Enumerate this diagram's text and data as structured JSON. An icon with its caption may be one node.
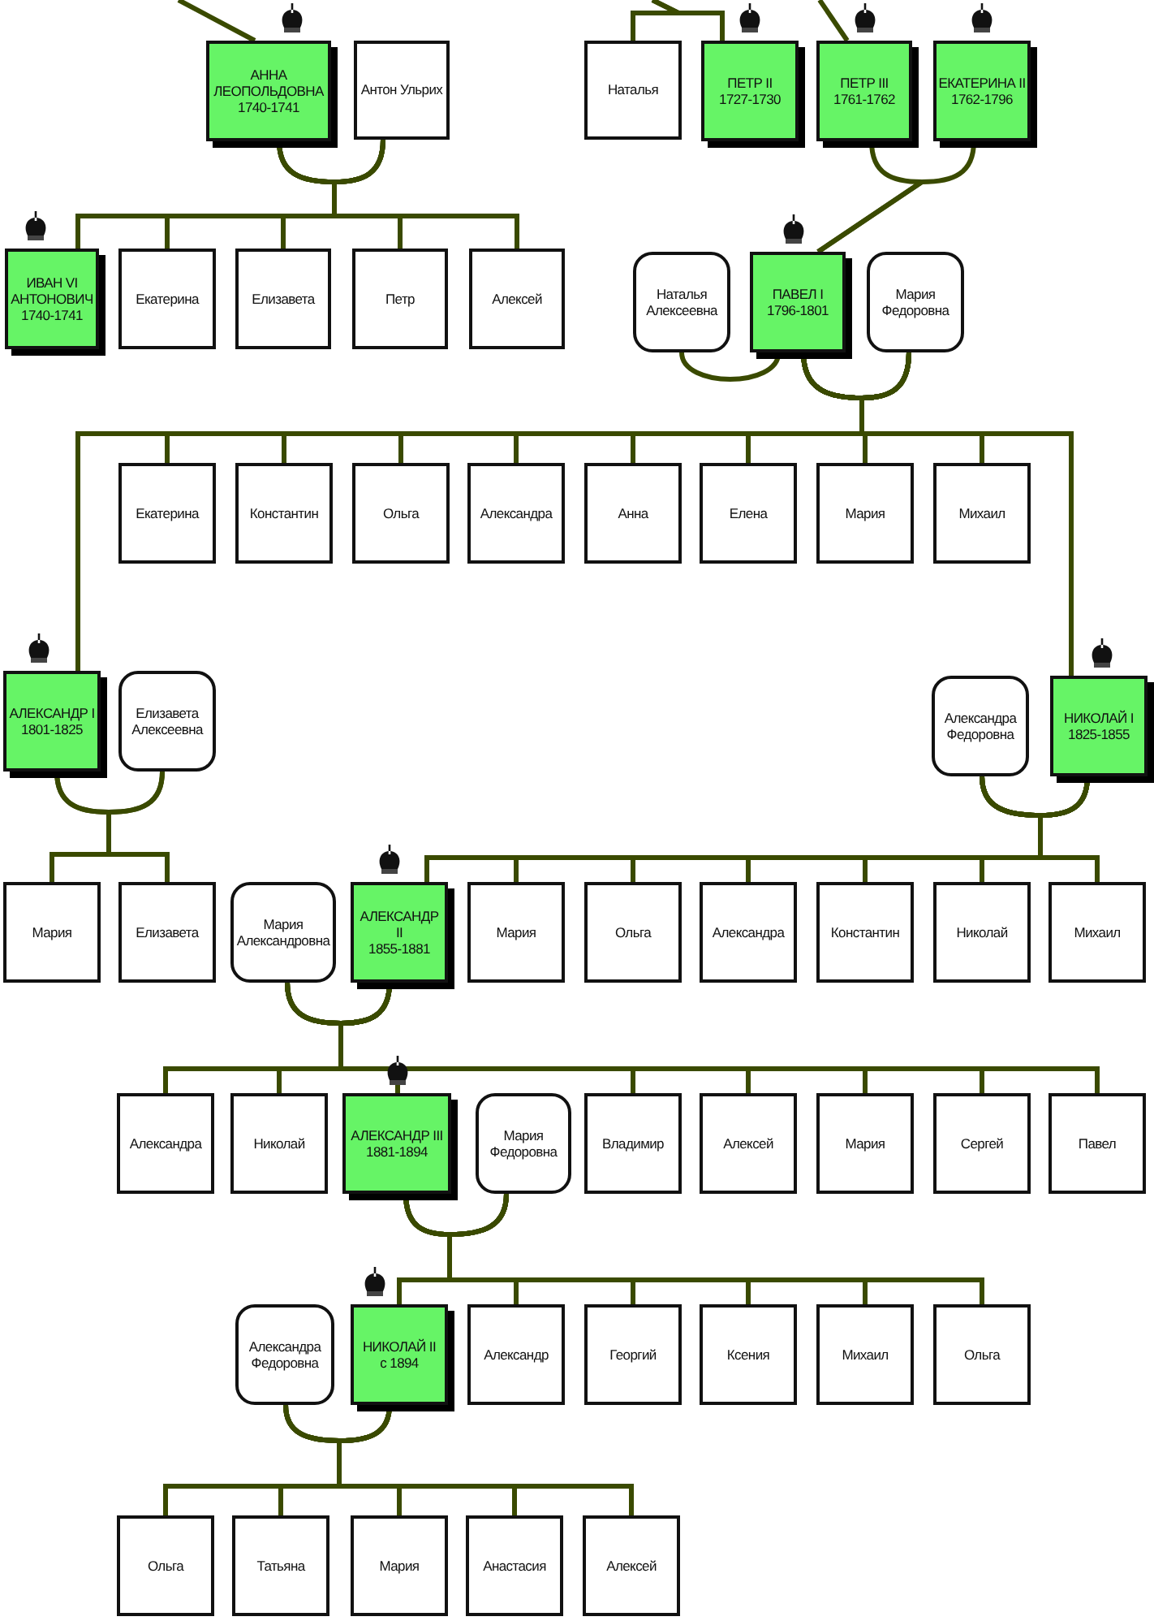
{
  "diagram": {
    "nodes": [
      {
        "text": [
          "АННА ЛЕОПОЛЬДОВНА",
          "1740-1741"
        ]
      },
      {
        "text": [
          "Антон Ульрих"
        ]
      },
      {
        "text": [
          "Наталья"
        ]
      },
      {
        "text": [
          "ПЕТР II",
          "1727-1730"
        ]
      },
      {
        "text": [
          "ПЕТР III",
          "1761-1762"
        ]
      },
      {
        "text": [
          "ЕКАТЕРИНА II",
          "1762-1796"
        ]
      },
      {
        "text": [
          "ИВАН VI АНТОНОВИЧ",
          "1740-1741"
        ]
      },
      {
        "text": [
          "Екатерина"
        ]
      },
      {
        "text": [
          "Елизавета"
        ]
      },
      {
        "text": [
          "Петр"
        ]
      },
      {
        "text": [
          "Алексей"
        ]
      },
      {
        "text": [
          "Наталья Алексеевна"
        ]
      },
      {
        "text": [
          "ПАВЕЛ I",
          "1796-1801"
        ]
      },
      {
        "text": [
          "Мария Федоровна"
        ]
      },
      {
        "text": [
          "Екатерина"
        ]
      },
      {
        "text": [
          "Константин"
        ]
      },
      {
        "text": [
          "Ольга"
        ]
      },
      {
        "text": [
          "Александра"
        ]
      },
      {
        "text": [
          "Анна"
        ]
      },
      {
        "text": [
          "Елена"
        ]
      },
      {
        "text": [
          "Мария"
        ]
      },
      {
        "text": [
          "Михаил"
        ]
      },
      {
        "text": [
          "АЛЕКСАНДР I",
          "1801-1825"
        ]
      },
      {
        "text": [
          "Елизавета Алексеевна"
        ]
      },
      {
        "text": [
          "Александра Федоровна"
        ]
      },
      {
        "text": [
          "НИКОЛАЙ I",
          "1825-1855"
        ]
      },
      {
        "text": [
          "Мария"
        ]
      },
      {
        "text": [
          "Елизавета"
        ]
      },
      {
        "text": [
          "Мария Александровна"
        ]
      },
      {
        "text": [
          "АЛЕКСАНДР II",
          "1855-1881"
        ]
      },
      {
        "text": [
          "Мария"
        ]
      },
      {
        "text": [
          "Ольга"
        ]
      },
      {
        "text": [
          "Александра"
        ]
      },
      {
        "text": [
          "Константин"
        ]
      },
      {
        "text": [
          "Николай"
        ]
      },
      {
        "text": [
          "Михаил"
        ]
      },
      {
        "text": [
          "Александра"
        ]
      },
      {
        "text": [
          "Николай"
        ]
      },
      {
        "text": [
          "АЛЕКСАНДР III",
          "1881-1894"
        ]
      },
      {
        "text": [
          "Мария Федоровна"
        ]
      },
      {
        "text": [
          "Владимир"
        ]
      },
      {
        "text": [
          "Алексей"
        ]
      },
      {
        "text": [
          "Мария"
        ]
      },
      {
        "text": [
          "Сергей"
        ]
      },
      {
        "text": [
          "Павел"
        ]
      },
      {
        "text": [
          "Александра Федоровна"
        ]
      },
      {
        "text": [
          "НИКОЛАЙ II",
          "с 1894"
        ]
      },
      {
        "text": [
          "Александр"
        ]
      },
      {
        "text": [
          "Георгий"
        ]
      },
      {
        "text": [
          "Ксения"
        ]
      },
      {
        "text": [
          "Михаил"
        ]
      },
      {
        "text": [
          "Ольга"
        ]
      },
      {
        "text": [
          "Ольга"
        ]
      },
      {
        "text": [
          "Татьяна"
        ]
      },
      {
        "text": [
          "Мария"
        ]
      },
      {
        "text": [
          "Анастасия"
        ]
      },
      {
        "text": [
          "Алексей"
        ]
      }
    ],
    "edges": [
      {
        "from": null,
        "to": 0,
        "arrow": "none"
      },
      {
        "from": null,
        "to": 2,
        "arrow": "none"
      },
      {
        "from": null,
        "to": 3,
        "arrow": "none"
      },
      {
        "from": null,
        "to": 4,
        "arrow": "none"
      },
      {
        "from": 0,
        "to": 6,
        "arrow": "none"
      },
      {
        "from": 0,
        "to": 7,
        "arrow": "none"
      },
      {
        "from": 0,
        "to": 8,
        "arrow": "none"
      },
      {
        "from": 0,
        "to": 9,
        "arrow": "none"
      },
      {
        "from": 0,
        "to": 10,
        "arrow": "none"
      },
      {
        "from": 1,
        "to": 6,
        "arrow": "none"
      },
      {
        "from": 1,
        "to": 7,
        "arrow": "none"
      },
      {
        "from": 1,
        "to": 8,
        "arrow": "none"
      },
      {
        "from": 1,
        "to": 9,
        "arrow": "none"
      },
      {
        "from": 1,
        "to": 10,
        "arrow": "none"
      },
      {
        "from": 4,
        "to": 12,
        "arrow": "none"
      },
      {
        "from": 5,
        "to": 12,
        "arrow": "none"
      },
      {
        "from": 11,
        "to": 12,
        "arrow": "none"
      },
      {
        "from": 12,
        "to": 22,
        "arrow": "none"
      },
      {
        "from": 12,
        "to": 14,
        "arrow": "none"
      },
      {
        "from": 12,
        "to": 15,
        "arrow": "none"
      },
      {
        "from": 12,
        "to": 16,
        "arrow": "none"
      },
      {
        "from": 12,
        "to": 17,
        "arrow": "none"
      },
      {
        "from": 12,
        "to": 18,
        "arrow": "none"
      },
      {
        "from": 12,
        "to": 19,
        "arrow": "none"
      },
      {
        "from": 12,
        "to": 20,
        "arrow": "none"
      },
      {
        "from": 12,
        "to": 21,
        "arrow": "none"
      },
      {
        "from": 12,
        "to": 25,
        "arrow": "none"
      },
      {
        "from": 13,
        "to": 22,
        "arrow": "none"
      },
      {
        "from": 13,
        "to": 14,
        "arrow": "none"
      },
      {
        "from": 13,
        "to": 15,
        "arrow": "none"
      },
      {
        "from": 13,
        "to": 16,
        "arrow": "none"
      },
      {
        "from": 13,
        "to": 17,
        "arrow": "none"
      },
      {
        "from": 13,
        "to": 18,
        "arrow": "none"
      },
      {
        "from": 13,
        "to": 19,
        "arrow": "none"
      },
      {
        "from": 13,
        "to": 20,
        "arrow": "none"
      },
      {
        "from": 13,
        "to": 21,
        "arrow": "none"
      },
      {
        "from": 13,
        "to": 25,
        "arrow": "none"
      },
      {
        "from": 22,
        "to": 26,
        "arrow": "none"
      },
      {
        "from": 22,
        "to": 27,
        "arrow": "none"
      },
      {
        "from": 23,
        "to": 26,
        "arrow": "none"
      },
      {
        "from": 23,
        "to": 27,
        "arrow": "none"
      },
      {
        "from": 24,
        "to": 29,
        "arrow": "none"
      },
      {
        "from": 24,
        "to": 30,
        "arrow": "none"
      },
      {
        "from": 24,
        "to": 31,
        "arrow": "none"
      },
      {
        "from": 24,
        "to": 32,
        "arrow": "none"
      },
      {
        "from": 24,
        "to": 33,
        "arrow": "none"
      },
      {
        "from": 24,
        "to": 34,
        "arrow": "none"
      },
      {
        "from": 24,
        "to": 35,
        "arrow": "none"
      },
      {
        "from": 25,
        "to": 29,
        "arrow": "none"
      },
      {
        "from": 25,
        "to": 30,
        "arrow": "none"
      },
      {
        "from": 25,
        "to": 31,
        "arrow": "none"
      },
      {
        "from": 25,
        "to": 32,
        "arrow": "none"
      },
      {
        "from": 25,
        "to": 33,
        "arrow": "none"
      },
      {
        "from": 25,
        "to": 34,
        "arrow": "none"
      },
      {
        "from": 25,
        "to": 35,
        "arrow": "none"
      },
      {
        "from": 28,
        "to": 36,
        "arrow": "none"
      },
      {
        "from": 28,
        "to": 37,
        "arrow": "none"
      },
      {
        "from": 28,
        "to": 38,
        "arrow": "none"
      },
      {
        "from": 28,
        "to": 40,
        "arrow": "none"
      },
      {
        "from": 28,
        "to": 41,
        "arrow": "none"
      },
      {
        "from": 28,
        "to": 42,
        "arrow": "none"
      },
      {
        "from": 28,
        "to": 43,
        "arrow": "none"
      },
      {
        "from": 28,
        "to": 44,
        "arrow": "none"
      },
      {
        "from": 29,
        "to": 36,
        "arrow": "none"
      },
      {
        "from": 29,
        "to": 37,
        "arrow": "none"
      },
      {
        "from": 29,
        "to": 38,
        "arrow": "none"
      },
      {
        "from": 29,
        "to": 40,
        "arrow": "none"
      },
      {
        "from": 29,
        "to": 41,
        "arrow": "none"
      },
      {
        "from": 29,
        "to": 42,
        "arrow": "none"
      },
      {
        "from": 29,
        "to": 43,
        "arrow": "none"
      },
      {
        "from": 29,
        "to": 44,
        "arrow": "none"
      },
      {
        "from": 38,
        "to": 46,
        "arrow": "none"
      },
      {
        "from": 38,
        "to": 47,
        "arrow": "none"
      },
      {
        "from": 38,
        "to": 48,
        "arrow": "none"
      },
      {
        "from": 38,
        "to": 49,
        "arrow": "none"
      },
      {
        "from": 38,
        "to": 50,
        "arrow": "none"
      },
      {
        "from": 38,
        "to": 51,
        "arrow": "none"
      },
      {
        "from": 39,
        "to": 46,
        "arrow": "none"
      },
      {
        "from": 39,
        "to": 47,
        "arrow": "none"
      },
      {
        "from": 39,
        "to": 48,
        "arrow": "none"
      },
      {
        "from": 39,
        "to": 49,
        "arrow": "none"
      },
      {
        "from": 39,
        "to": 50,
        "arrow": "none"
      },
      {
        "from": 39,
        "to": 51,
        "arrow": "none"
      },
      {
        "from": 45,
        "to": 52,
        "arrow": "none"
      },
      {
        "from": 45,
        "to": 53,
        "arrow": "none"
      },
      {
        "from": 45,
        "to": 54,
        "arrow": "none"
      },
      {
        "from": 45,
        "to": 55,
        "arrow": "none"
      },
      {
        "from": 45,
        "to": 56,
        "arrow": "none"
      },
      {
        "from": 46,
        "to": 52,
        "arrow": "none"
      },
      {
        "from": 46,
        "to": 53,
        "arrow": "none"
      },
      {
        "from": 46,
        "to": 54,
        "arrow": "none"
      },
      {
        "from": 46,
        "to": 55,
        "arrow": "none"
      },
      {
        "from": 46,
        "to": 56,
        "arrow": "none"
      }
    ]
  }
}
